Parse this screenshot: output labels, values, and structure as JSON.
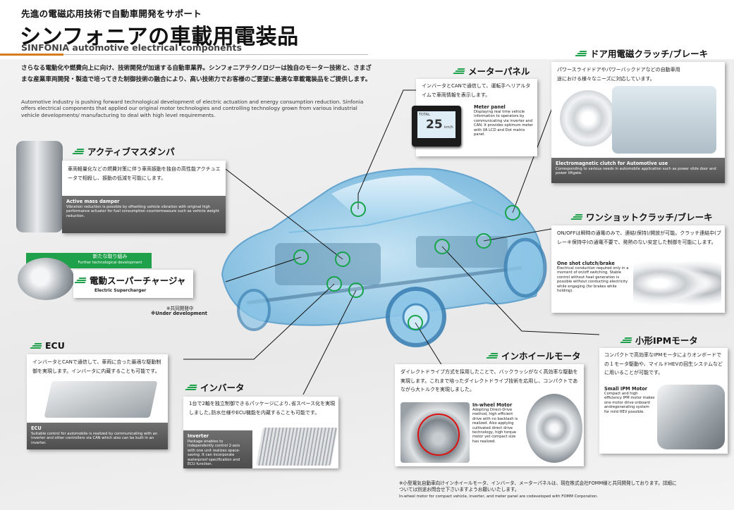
{
  "header": {
    "subtitle": "先進の電磁応用技術で自動車開発をサポート",
    "title": "シンフォニアの車載用電装品",
    "title_en": "SINFONIA automotive electrical components"
  },
  "intro": {
    "jp": "さらなる電動化や燃費向上に向け、技術開発が加速する自動車業界。シンフォニアテクノロジーは独自のモーター技術と、さまざまな産業車両開発・製造で培ってきた制御技術の融合により、高い技術力でお客様のご要望に最適な車載電装品をご提供します。",
    "en": "Automotive industry is pushing forward technological development of electric actuation and energy consumption reduction. Sinfonia offers electrical components that applied our original motor technologies and controlling technology grown from various industrial vehicle developments/ manufacturing to deal with high level requirements."
  },
  "products": {
    "meter": {
      "label": "メーターパネル",
      "jp": "インバータとCANで通信して、運転手へリアルタイムで車両情報を表示します。",
      "title_en": "Meter panel",
      "en": "Displaying real time vehicle information to operators by communicating via inverter and CAN.  It provides optimum meter with VA LCD and Dot matrix panel.",
      "display_total": "TOTAL",
      "display_speed": "25",
      "display_unit": "km/h"
    },
    "door": {
      "label": "ドア用電磁クラッチ/ブレーキ",
      "jp": "パワースライドドアやパワーバックドアなどの自動車用途における様々なニーズに対応しています。",
      "title_en": "Electromagnetic clutch for Automotive use",
      "en": "Corresponding to various needs in automobile application such as power slide door and power liftgate."
    },
    "damper": {
      "label": "アクティブマスダンパ",
      "jp": "車両軽量化などの燃費対策に伴う車両振動を独自の高性能アクチュエータで相殺し、振動の低減を可能にします。",
      "title_en": "Active mass damper",
      "en": "Vibration reduction is possible by offsetting vehicle vibration with original high performance actuator for fuel consumption countermeasure such as vehicle weight reduction."
    },
    "oneshot": {
      "label": "ワンショットクラッチ/ブレーキ",
      "jp": "ON/OFFは瞬時の通電のみで、連結(保持)/開放が可能。クラッチ連結中(ブレーキ保持中)の通電不要で、発熱のない安定した制御を可能にします。",
      "title_en": "One shot clutch/brake",
      "en": "Electrical conduction required only in a moment of on/off switching. Stable control without heat generation is possible without conducting electricity while engaging (for brakes while holding)."
    },
    "supercharger": {
      "badge_jp": "新たな取り組み",
      "badge_en": "Further technological development",
      "label": "電動スーパーチャージャ",
      "label_en": "Electric Supercharger",
      "note_jp": "※共同開発中",
      "note_en": "※Under development"
    },
    "ipm": {
      "label": "小形IPMモータ",
      "jp": "コンパクトで高効率なIPMモータによりオンボードでの１モータ駆動や、マイルドHEVの回生システムなどに用いることが可能です。",
      "title_en": "Small IPM Motor",
      "en": "Compact and high efficiency IPM motor makes one motor drive onboard andregenerating system for mild HEV possible."
    },
    "ecu": {
      "label": "ECU",
      "jp": "インバータとCANで通信して、車両に合った最適な駆動制御を実現します。インバータに内蔵することも可能です。",
      "title_en": "ECU",
      "en": "Suitable control for automobile is realized by communicating with an inverter and other controllers via CAN which also can be built in an inverter."
    },
    "inverter": {
      "label": "インバータ",
      "jp": "1台で2軸を独立制御できるパッケージにより､省スペース化を実現しました｡防水仕様やECU機能を内蔵することも可能です。",
      "title_en": "Inverter",
      "en": "Package enables to independently control 2-axis with one unit realizes space-saving.  It can incorporate waterproof specification and ECU function."
    },
    "inwheel": {
      "label": "インホイールモータ",
      "jp": "ダイレクトドライブ方式を採用したことで、バックラッシがなく高効率な駆動を実現します。これまで培ったダイレクトドライブ技術を応用し、コンパクトであながら大トルクを実現しました。",
      "title_en": "In-wheel Motor",
      "en": "Adopting Direct-Drive method, high efficient drive with no backlash is realized.  Also applying cultivated direct drive technology, high torque motor yet compact size has realized."
    }
  },
  "footer": {
    "jp": "※小型電気自動車向けインホイールモータ、インバータ、メーターパネルは、現在株式会社FOMM様と共同開発しております。詳細については別途お問合せ下さいますようお願いいたします。",
    "en": "In-wheel motor for compact vehicle, inverter, and meter panel are codeveloped with FOMM Corporation."
  },
  "colors": {
    "accent": "#17a34a",
    "title_bar": "#d87a1e",
    "card_dark": "#555555"
  }
}
